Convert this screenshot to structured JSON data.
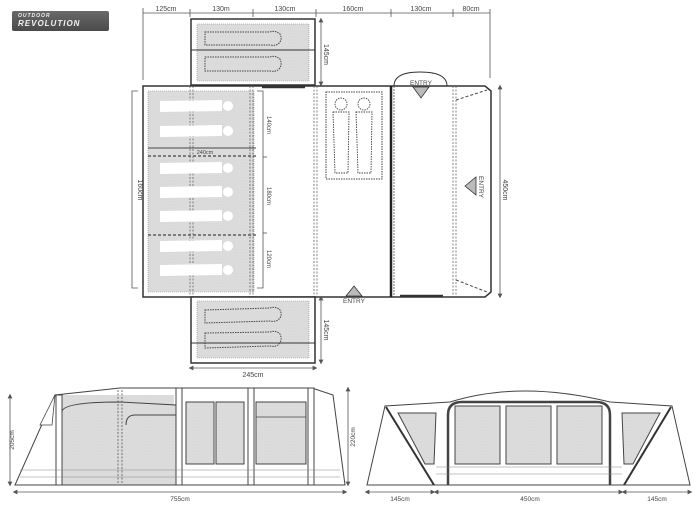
{
  "brand": {
    "line1": "OUTDOOR",
    "line2": "REVOLUTION"
  },
  "floor_plan": {
    "top_dimensions": [
      "125cm",
      "130m",
      "130cm",
      "160cm",
      "130cm",
      "80cm"
    ],
    "top_bedroom_depth": "145cm",
    "bottom_bedroom_depth": "145cm",
    "bottom_bedroom_width": "245cm",
    "main_bedroom_depth": "160cm",
    "main_bedroom_width": "240cm",
    "main_bedroom_sections": [
      "140cm",
      "180cm",
      "120cm"
    ],
    "overall_width": "450cm",
    "entry_labels": {
      "top": "ENTRY",
      "side": "ENTRY",
      "bottom": "ENTRY"
    }
  },
  "side_view": {
    "height_left": "205cm",
    "height_right": "220cm",
    "length": "755cm"
  },
  "front_view": {
    "dims": [
      "145cm",
      "450cm",
      "145cm"
    ]
  }
}
